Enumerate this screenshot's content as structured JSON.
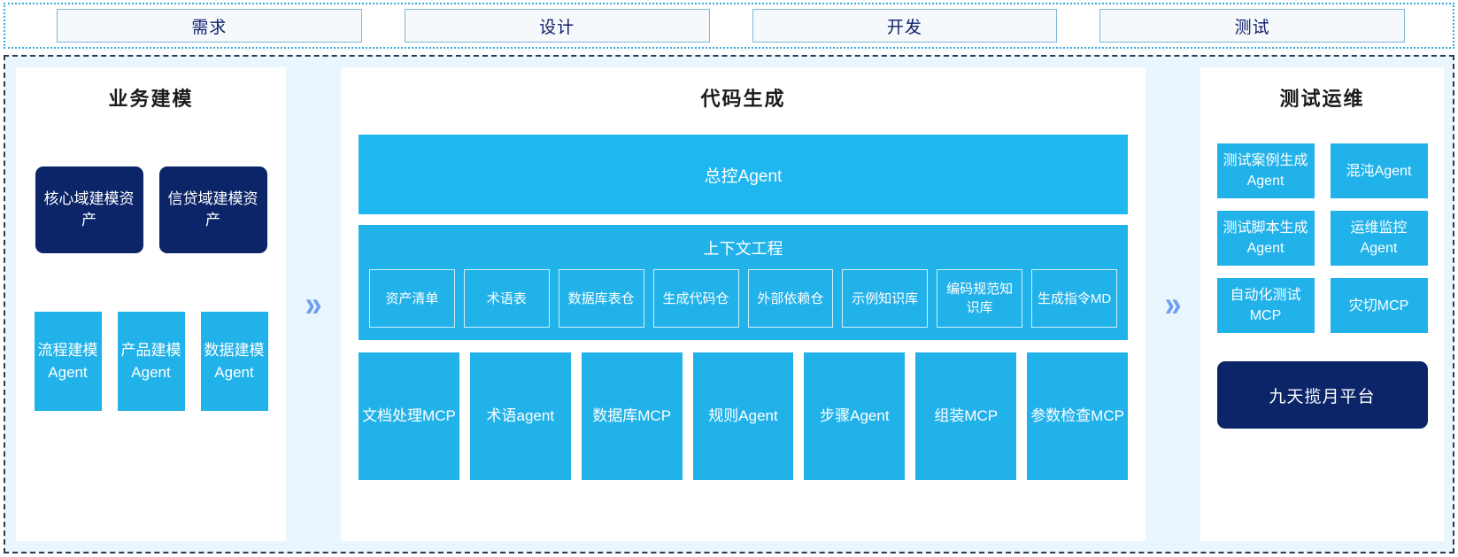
{
  "phases": {
    "items": [
      {
        "label": "需求"
      },
      {
        "label": "设计"
      },
      {
        "label": "开发"
      },
      {
        "label": "测试"
      }
    ]
  },
  "colors": {
    "cyan": "#22b2ea",
    "cyan_banner": "#1eb7ef",
    "navy": "#0c2568",
    "stage_bg": "#eaf6fd",
    "arrow": "#6f9ff0",
    "phase_border": "#7fb8d4",
    "phase_text": "#10206b"
  },
  "left_panel": {
    "title": "业务建模",
    "assets": [
      {
        "label": "核心域建模资产"
      },
      {
        "label": "信贷域建模资产"
      }
    ],
    "agents": [
      {
        "label": "流程建模Agent"
      },
      {
        "label": "产品建模Agent"
      },
      {
        "label": "数据建模Agent"
      }
    ]
  },
  "arrows": {
    "glyph": "»",
    "name": "double-chevron-right"
  },
  "center_panel": {
    "title": "代码生成",
    "master_agent": "总控Agent",
    "context": {
      "title": "上下文工程",
      "items": [
        {
          "label": "资产清单"
        },
        {
          "label": "术语表"
        },
        {
          "label": "数据库表仓"
        },
        {
          "label": "生成代码仓"
        },
        {
          "label": "外部依赖仓"
        },
        {
          "label": "示例知识库"
        },
        {
          "label": "编码规范知识库"
        },
        {
          "label": "生成指令MD"
        }
      ]
    },
    "mcp_items": [
      {
        "label": "文档处理MCP"
      },
      {
        "label": "术语agent"
      },
      {
        "label": "数据库MCP"
      },
      {
        "label": "规则Agent"
      },
      {
        "label": "步骤Agent"
      },
      {
        "label": "组装MCP"
      },
      {
        "label": "参数检查MCP"
      }
    ]
  },
  "right_panel": {
    "title": "测试运维",
    "ops_items": [
      {
        "label": "测试案例生成Agent"
      },
      {
        "label": "混沌Agent"
      },
      {
        "label": "测试脚本生成Agent"
      },
      {
        "label": "运维监控Agent"
      },
      {
        "label": "自动化测试MCP"
      },
      {
        "label": "灾切MCP"
      }
    ],
    "platform": "九天揽月平台"
  }
}
